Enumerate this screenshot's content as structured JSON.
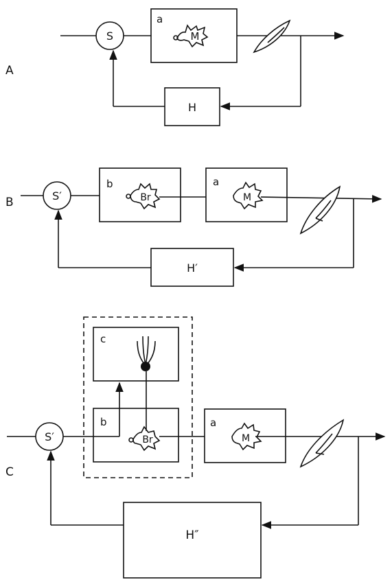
{
  "panels": {
    "A": {
      "label": "A",
      "summing_label": "S",
      "muscle_box_label": "a",
      "muscle_label": "M",
      "feedback_label": "H"
    },
    "B": {
      "label": "B",
      "summing_label": "S′",
      "brain_box_label": "b",
      "brain_label": "Br",
      "muscle_box_label": "a",
      "muscle_label": "M",
      "feedback_label": "H′"
    },
    "C": {
      "label": "C",
      "summing_label": "S′",
      "cortex_box_label": "c",
      "brain_box_label": "b",
      "brain_label": "Br",
      "muscle_box_label": "a",
      "muscle_label": "M",
      "feedback_label": "H″"
    }
  },
  "colors": {
    "ink": "#111111",
    "background": "#ffffff"
  }
}
